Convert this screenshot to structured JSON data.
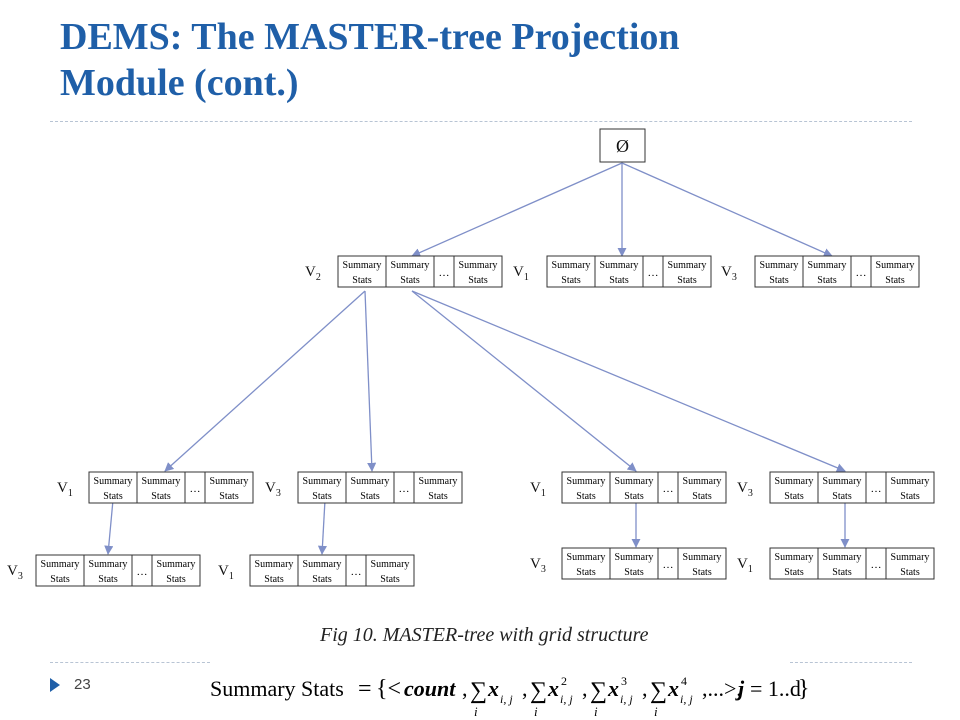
{
  "slide": {
    "title_line1": "DEMS: The MASTER-tree Projection",
    "title_line2": "Module (cont.)",
    "page_number": "23",
    "caption": "Fig 10. MASTER-tree with grid structure"
  },
  "tree": {
    "root_label": "Ø",
    "cell_line1": "Summary",
    "cell_line2": "Stats",
    "ellipsis": "…",
    "nodes": [
      {
        "id": "n1",
        "var": "V",
        "sub": "2"
      },
      {
        "id": "n2",
        "var": "V",
        "sub": "1"
      },
      {
        "id": "n3",
        "var": "V",
        "sub": "3"
      },
      {
        "id": "n4",
        "var": "V",
        "sub": "1"
      },
      {
        "id": "n5",
        "var": "V",
        "sub": "3"
      },
      {
        "id": "n6",
        "var": "V",
        "sub": "1"
      },
      {
        "id": "n7",
        "var": "V",
        "sub": "3"
      },
      {
        "id": "n8",
        "var": "V",
        "sub": "3"
      },
      {
        "id": "n9",
        "var": "V",
        "sub": "1"
      },
      {
        "id": "n10",
        "var": "V",
        "sub": "3"
      },
      {
        "id": "n11",
        "var": "V",
        "sub": "1"
      }
    ]
  },
  "formula": {
    "lhs": "Summary Stats",
    "eq": "=",
    "open": "{<",
    "count": "count",
    "comma": ",",
    "sum": "∑",
    "x": "x",
    "ij": "i, j",
    "p2": "2",
    "p3": "3",
    "p4": "4",
    "dots": ",...>,",
    "j": "j",
    "range": "= 1..d",
    "close": "}",
    "i": "i"
  }
}
